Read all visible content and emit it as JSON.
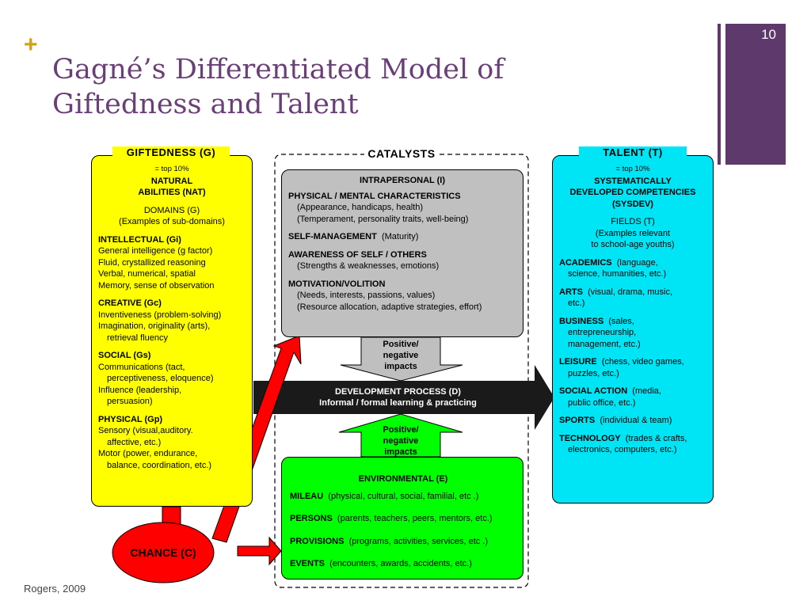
{
  "slide": {
    "title_line1": "Gagné’s Differentiated Model of",
    "title_line2": "Giftedness and Talent",
    "plus": "+",
    "number": "10",
    "credit": "Rogers, 2009"
  },
  "colors": {
    "title": "#6a3f77",
    "accent_bar": "#5d3a6b",
    "giftedness_box": "#ffff00",
    "talent_box": "#00e5f5",
    "intrapersonal_box": "#c0c0c0",
    "environmental_box": "#00ff00",
    "chance": "#ff0000",
    "dev_process": "#1a1a1a"
  },
  "giftedness": {
    "tag": "GIFTEDNESS (G)",
    "top": "= top 10%",
    "heading1": "NATURAL",
    "heading2": "ABILITIES  (NAT)",
    "domains1": "DOMAINS  (G)",
    "domains2": "(Examples of sub-domains)",
    "intellectual": {
      "head": "INTELLECTUAL (Gi)",
      "lines": [
        "General intelligence (g factor)",
        "Fluid, crystallized reasoning",
        "Verbal, numerical, spatial",
        "Memory, sense of observation"
      ]
    },
    "creative": {
      "head": "CREATIVE (Gc)",
      "line1": "Inventiveness (problem-solving)",
      "line2": "Imagination, originality (arts),",
      "line3": "retrieval fluency"
    },
    "social": {
      "head": "SOCIAL (Gs)",
      "line1": "Communications (tact,",
      "line2": "perceptiveness, eloquence)",
      "line3": "Influence (leadership,",
      "line4": "persuasion)"
    },
    "physical": {
      "head": "PHYSICAL (Gp)",
      "line1": "Sensory (visual,auditory.",
      "line2": "affective, etc.)",
      "line3": "Motor (power, endurance,",
      "line4": "balance, coordination, etc.)"
    }
  },
  "catalysts": {
    "label": "CATALYSTS",
    "intrapersonal": {
      "head": "INTRAPERSONAL  (I)",
      "physical_head": "PHYSICAL / MENTAL CHARACTERISTICS",
      "physical_1": "(Appearance, handicaps, health)",
      "physical_2": "(Temperament, personality traits, well-being)",
      "selfmgmt_head": "SELF-MANAGEMENT",
      "selfmgmt_text": "(Maturity)",
      "awareness_head": "AWARENESS OF SELF / OTHERS",
      "awareness_text": "(Strengths & weaknesses, emotions)",
      "motivation_head": "MOTIVATION/VOLITION",
      "motivation_1": "(Needs, interests, passions, values)",
      "motivation_2": "(Resource allocation, adaptive strategies, effort)"
    },
    "impact_top": [
      "Positive/",
      "negative",
      "impacts"
    ],
    "impact_bottom": [
      "Positive/",
      "negative",
      "impacts"
    ],
    "environmental": {
      "head": "ENVIRONMENTAL (E)",
      "mileau_head": "MILEAU",
      "mileau_text": "(physical, cultural, social, familial, etc .)",
      "persons_head": "PERSONS",
      "persons_text": "(parents, teachers, peers, mentors, etc.)",
      "provisions_head": "PROVISIONS",
      "provisions_text": "(programs, activities, services, etc .)",
      "events_head": "EVENTS",
      "events_text": "(encounters, awards, accidents, etc.)"
    }
  },
  "development": {
    "line1": "DEVELOPMENT PROCESS  (D)",
    "line2": "Informal / formal learning & practicing"
  },
  "chance": {
    "label": "CHANCE  (C)"
  },
  "talent": {
    "tag": "TALENT   (T)",
    "top": "= top 10%",
    "heading1": "SYSTEMATICALLY",
    "heading2": "DEVELOPED COMPETENCIES",
    "heading3": "(SYSDEV)",
    "fields1": "FIELDS  (T)",
    "fields2": "(Examples relevant",
    "fields3": "to school-age youths)",
    "academics_head": "ACADEMICS",
    "academics_1": "(language,",
    "academics_2": "science, humanities, etc.)",
    "arts_head": "ARTS",
    "arts_1": "(visual, drama, music,",
    "arts_2": "etc.)",
    "business_head": "BUSINESS",
    "business_1": "(sales,",
    "business_2": "entrepreneurship,",
    "business_3": "management, etc.)",
    "leisure_head": "LEISURE",
    "leisure_1": "(chess, video games,",
    "leisure_2": "puzzles, etc.)",
    "social_head": "SOCIAL ACTION",
    "social_1": "(media,",
    "social_2": "public office, etc.)",
    "sports_head": "SPORTS",
    "sports_1": "(individual & team)",
    "tech_head": "TECHNOLOGY",
    "tech_1": "(trades & crafts,",
    "tech_2": "electronics, computers, etc.)"
  }
}
